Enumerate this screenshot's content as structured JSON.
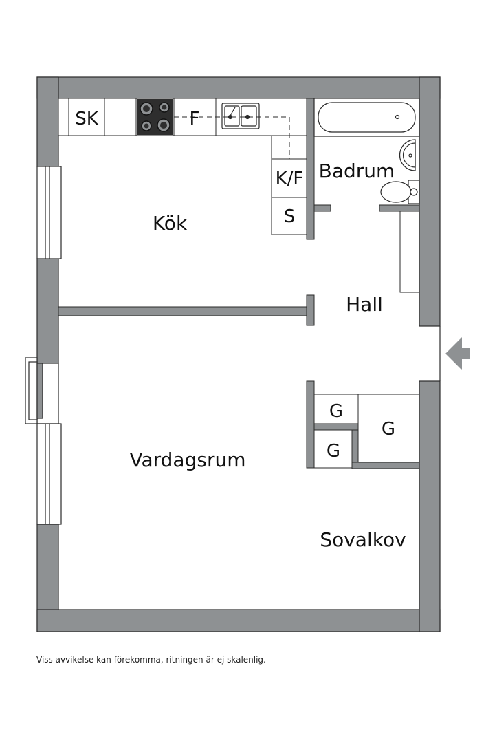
{
  "rooms": {
    "kok": "Kök",
    "badrum": "Badrum",
    "hall": "Hall",
    "vardagsrum": "Vardagsrum",
    "sovalkov": "Sovalkov"
  },
  "fixtures": {
    "sk": "SK",
    "f": "F",
    "kf": "K/F",
    "s": "S",
    "g1": "G",
    "g2": "G",
    "g3": "G"
  },
  "footnote": "Viss avvikelse kan förekomma, ritningen är ej skalenlig.",
  "colors": {
    "wall": "#8e9193",
    "line": "#2a2a2a",
    "background": "#ffffff"
  },
  "icons": {
    "entrance": "entrance-arrow-icon",
    "stove": "stove-icon",
    "sink": "sink-icon",
    "bathtub": "bathtub-icon",
    "washbasin": "washbasin-icon",
    "toilet": "toilet-icon"
  }
}
